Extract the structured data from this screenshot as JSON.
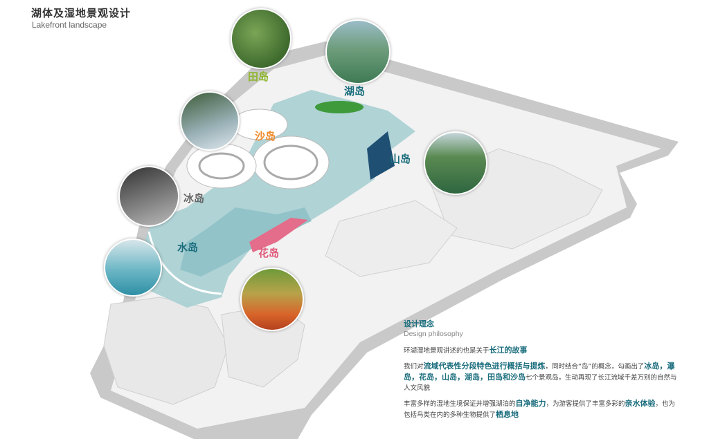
{
  "header": {
    "title": "湖体及湿地景观设计",
    "subtitle": "Lakefront landscape"
  },
  "islands": [
    {
      "key": "tian",
      "label": "田岛",
      "color": "#8db62a"
    },
    {
      "key": "hu",
      "label": "湖岛",
      "color": "#1a6d7d"
    },
    {
      "key": "sha",
      "label": "沙岛",
      "color": "#f08a2a"
    },
    {
      "key": "shan",
      "label": "山岛",
      "color": "#1a6d7d"
    },
    {
      "key": "bing",
      "label": "冰岛",
      "color": "#666666"
    },
    {
      "key": "shui",
      "label": "水岛",
      "color": "#1a6d7d"
    },
    {
      "key": "hua",
      "label": "花岛",
      "color": "#e05a7a"
    }
  ],
  "philosophy": {
    "heading": "设计理念",
    "heading_en": "Design philosophy",
    "p1_a": "环湖湿地景观讲述的也是关于",
    "p1_hl": "长江的故事",
    "p2_a": "我们对",
    "p2_hl1": "流域代表性分段特色进行概括与提炼",
    "p2_b": "，同时结合“岛”的概念，勾画出了",
    "p2_hl2": "冰岛，瀑岛，花岛，山岛，湖岛，田岛和沙岛",
    "p2_c": "七个景观岛，生动再现了长江流域千差万别的自然与人文风貌",
    "p3_a": "丰富多样的湿地生境保证并增强湖泊的",
    "p3_hl1": "自净能力",
    "p3_b": "，为游客提供了丰富多彩的",
    "p3_hl2": "亲水体验",
    "p3_c": "，也为包括鸟类在内的多种生物提供了",
    "p3_hl3": "栖息地"
  }
}
